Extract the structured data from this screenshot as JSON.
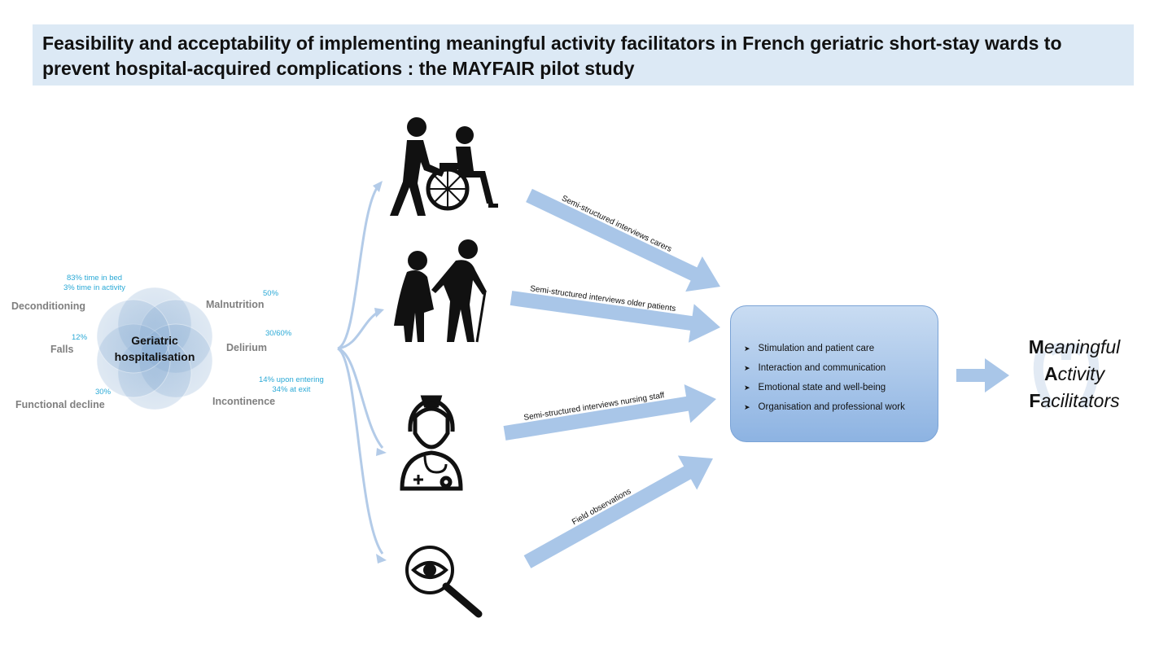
{
  "title": "Feasibility and acceptability of implementing meaningful activity facilitators in French geriatric short-stay wards to prevent hospital-acquired complications : the MAYFAIR pilot study",
  "venn": {
    "center": [
      "Geriatric",
      "hospitalisation"
    ],
    "complications": [
      {
        "name": "Deconditioning",
        "stat": [
          "83% time in bed",
          "3% time in activity"
        ]
      },
      {
        "name": "Malnutrition",
        "stat": [
          "50%"
        ]
      },
      {
        "name": "Falls",
        "stat": [
          "12%"
        ]
      },
      {
        "name": "Delirium",
        "stat": [
          "30/60%"
        ]
      },
      {
        "name": "Functional decline",
        "stat": [
          "30%"
        ]
      },
      {
        "name": "Incontinence",
        "stat": [
          "14% upon entering",
          "34% at exit"
        ]
      }
    ]
  },
  "methods": [
    {
      "icon": "carer-wheelchair-icon",
      "label": "Semi-structured interviews carers"
    },
    {
      "icon": "older-patients-icon",
      "label": "Semi-structured interviews older patients"
    },
    {
      "icon": "nurse-icon",
      "label": "Semi-structured interviews nursing staff"
    },
    {
      "icon": "observation-magnifier-icon",
      "label": "Field observations"
    }
  ],
  "themes": [
    "Stimulation and patient care",
    "Interaction and communication",
    "Emotional state and well-being",
    "Organisation and professional work"
  ],
  "outcome": [
    {
      "initial": "M",
      "rest": "eaningful"
    },
    {
      "initial": "A",
      "rest": "ctivity"
    },
    {
      "initial": "F",
      "rest": "acilitators"
    }
  ],
  "colors": {
    "arrow": "#a9c6e8",
    "venn": "#7fa6cf",
    "stat": "#2aa9d6",
    "title_bg": "#dce9f5"
  }
}
